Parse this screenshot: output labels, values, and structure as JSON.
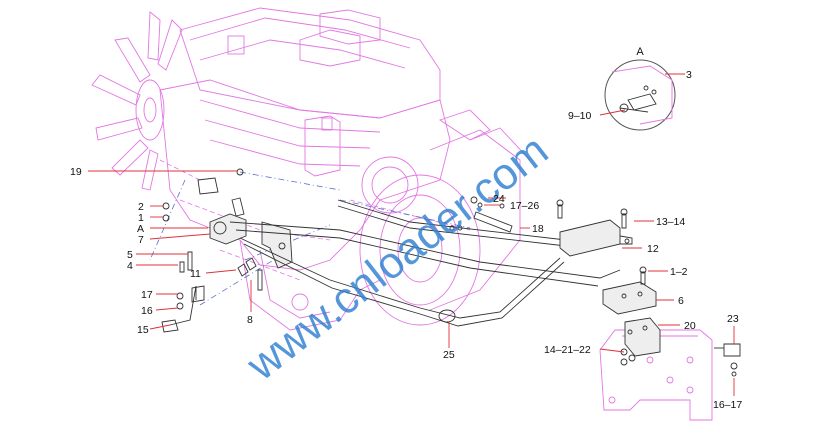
{
  "watermark": "www.cnloader.com",
  "detail_view": {
    "label": "A"
  },
  "callouts": {
    "c3": "3",
    "c9_10": "9–10",
    "c19": "19",
    "c2": "2",
    "c1": "1",
    "cA": "A",
    "c7": "7",
    "c5": "5",
    "c4": "4",
    "c11": "11",
    "c17": "17",
    "c16": "16",
    "c15": "15",
    "c8": "8",
    "c24": "24",
    "c17_26": "17–26",
    "c18": "18",
    "c13_14": "13–14",
    "c12": "12",
    "c1_2": "1–2",
    "c6": "6",
    "c20": "20",
    "c25": "25",
    "c14_21_22": "14–21–22",
    "c23": "23",
    "c16_17": "16–17"
  },
  "colors": {
    "engine_outline": "#e377e3",
    "leader_line": "#e0303a",
    "watermark": "#2f7fd1",
    "part_outline": "#333333"
  }
}
